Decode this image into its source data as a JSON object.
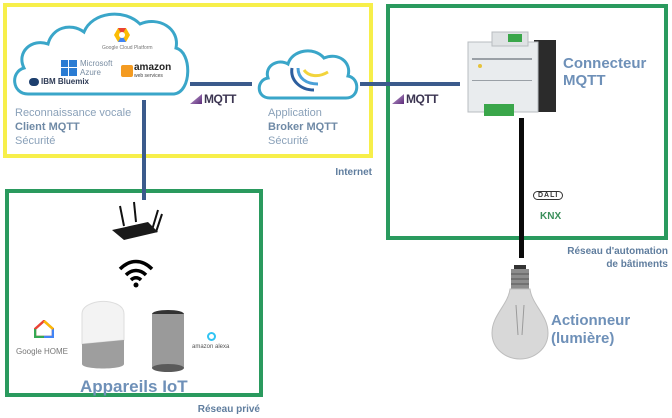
{
  "zones": {
    "internet": {
      "label": "Internet",
      "border_color": "#f7ef4a"
    },
    "automation": {
      "label_line1": "Réseau d'automation",
      "label_line2": "de bâtiments",
      "border_color": "#2a9a5e"
    },
    "private": {
      "label": "Réseau privé",
      "border_color": "#2a9a5e"
    }
  },
  "cloud_services": {
    "logos": [
      "Google Cloud Platform",
      "Microsoft Azure",
      "amazon web services",
      "IBM Bluemix"
    ],
    "line1": "Reconnaissance vocale",
    "line2": "Client MQTT",
    "line3": "Sécurité"
  },
  "broker": {
    "line1": "Application",
    "line2": "Broker MQTT",
    "line3": "Sécurité"
  },
  "protocol_badges": {
    "mqtt_left": "MQTT",
    "mqtt_right": "MQTT",
    "dali": "DALI",
    "knx": "KNX"
  },
  "connector": {
    "line1": "Connecteur",
    "line2": "MQTT"
  },
  "actuator": {
    "line1": "Actionneur",
    "line2": "(lumière)"
  },
  "iot": {
    "title": "Appareils IoT",
    "google_home_label": "Google HOME",
    "alexa_label": "amazon alexa"
  },
  "colors": {
    "link_blue": "#3b5b8c",
    "link_black": "#0a0a0a",
    "label_blue": "#6e90b8",
    "cloud_outline": "#3aa6c9"
  },
  "azure": {
    "line1": "Microsoft",
    "line2": "Azure"
  },
  "bluemix": {
    "label": "IBM Bluemix"
  },
  "amazon": {
    "line1": "amazon",
    "line2": "web services"
  },
  "gcp": {
    "label": "Google Cloud Platform"
  }
}
